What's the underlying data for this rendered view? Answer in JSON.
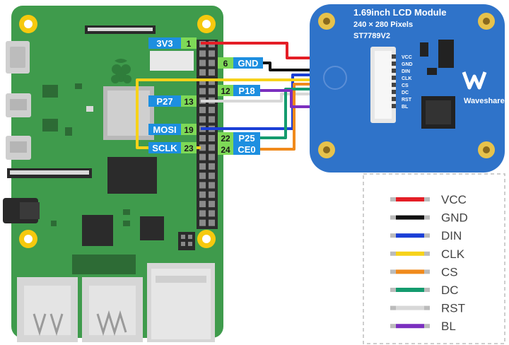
{
  "lcd": {
    "title": "1.69inch LCD Module",
    "resolution": "240 × 280 Pixels",
    "driver": "ST7789V2",
    "brand": "Waveshare",
    "connector_pins": [
      "VCC",
      "GND",
      "DIN",
      "CLK",
      "CS",
      "DC",
      "RST",
      "BL"
    ]
  },
  "pi_pins": {
    "p1": {
      "name": "3V3",
      "num": "1"
    },
    "p6": {
      "name": "GND",
      "num": "6"
    },
    "p12": {
      "name": "P18",
      "num": "12"
    },
    "p13": {
      "name": "P27",
      "num": "13"
    },
    "p19": {
      "name": "MOSI",
      "num": "19"
    },
    "p22": {
      "name": "P25",
      "num": "22"
    },
    "p23": {
      "name": "SCLK",
      "num": "23"
    },
    "p24": {
      "name": "CE0",
      "num": "24"
    }
  },
  "legend": [
    {
      "label": "VCC",
      "color": "#e41e26"
    },
    {
      "label": "GND",
      "color": "#111111"
    },
    {
      "label": "DIN",
      "color": "#1b3fd6"
    },
    {
      "label": "CLK",
      "color": "#f7d21a"
    },
    {
      "label": "CS",
      "color": "#f08a1c"
    },
    {
      "label": "DC",
      "color": "#149b6e"
    },
    {
      "label": "RST",
      "color": "#d8d8d8"
    },
    {
      "label": "BL",
      "color": "#7b2fbf"
    }
  ]
}
